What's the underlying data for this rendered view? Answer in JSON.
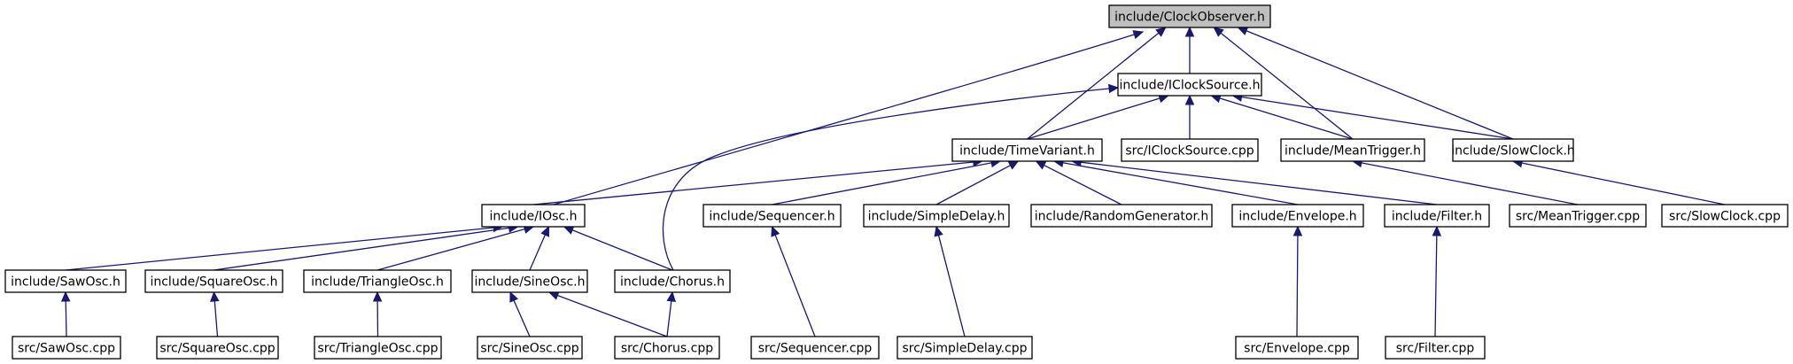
{
  "diagram": {
    "root": "n0",
    "colors": {
      "edge": "#191970",
      "root_fill": "#bfbfbf",
      "node_fill": "#ffffff",
      "border": "#000000"
    },
    "nodes": [
      {
        "id": "n0",
        "label": "include/ClockObserver.h"
      },
      {
        "id": "n1",
        "label": "include/IClockSource.h"
      },
      {
        "id": "n2",
        "label": "include/TimeVariant.h"
      },
      {
        "id": "n3",
        "label": "src/IClockSource.cpp"
      },
      {
        "id": "n4",
        "label": "include/MeanTrigger.h"
      },
      {
        "id": "n5",
        "label": "include/SlowClock.h"
      },
      {
        "id": "n6",
        "label": "include/IOsc.h"
      },
      {
        "id": "n7",
        "label": "include/Sequencer.h"
      },
      {
        "id": "n8",
        "label": "include/SimpleDelay.h"
      },
      {
        "id": "n9",
        "label": "include/RandomGenerator.h"
      },
      {
        "id": "n10",
        "label": "include/Envelope.h"
      },
      {
        "id": "n11",
        "label": "include/Filter.h"
      },
      {
        "id": "n12",
        "label": "src/MeanTrigger.cpp"
      },
      {
        "id": "n13",
        "label": "src/SlowClock.cpp"
      },
      {
        "id": "n14",
        "label": "include/SawOsc.h"
      },
      {
        "id": "n15",
        "label": "include/SquareOsc.h"
      },
      {
        "id": "n16",
        "label": "include/TriangleOsc.h"
      },
      {
        "id": "n17",
        "label": "include/SineOsc.h"
      },
      {
        "id": "n18",
        "label": "include/Chorus.h"
      },
      {
        "id": "n19",
        "label": "src/Sequencer.cpp"
      },
      {
        "id": "n20",
        "label": "src/SimpleDelay.cpp"
      },
      {
        "id": "n21",
        "label": "src/Envelope.cpp"
      },
      {
        "id": "n22",
        "label": "src/Filter.cpp"
      },
      {
        "id": "n23",
        "label": "src/SawOsc.cpp"
      },
      {
        "id": "n24",
        "label": "src/SquareOsc.cpp"
      },
      {
        "id": "n25",
        "label": "src/TriangleOsc.cpp"
      },
      {
        "id": "n26",
        "label": "src/SineOsc.cpp"
      },
      {
        "id": "n27",
        "label": "src/Chorus.cpp"
      }
    ],
    "edges": [
      {
        "from": "n1",
        "to": "n0"
      },
      {
        "from": "n2",
        "to": "n0"
      },
      {
        "from": "n4",
        "to": "n0"
      },
      {
        "from": "n5",
        "to": "n0"
      },
      {
        "from": "n6",
        "to": "n0"
      },
      {
        "from": "n2",
        "to": "n1"
      },
      {
        "from": "n3",
        "to": "n1"
      },
      {
        "from": "n4",
        "to": "n1"
      },
      {
        "from": "n5",
        "to": "n1"
      },
      {
        "from": "n18",
        "to": "n1"
      },
      {
        "from": "n6",
        "to": "n2"
      },
      {
        "from": "n7",
        "to": "n2"
      },
      {
        "from": "n8",
        "to": "n2"
      },
      {
        "from": "n9",
        "to": "n2"
      },
      {
        "from": "n10",
        "to": "n2"
      },
      {
        "from": "n11",
        "to": "n2"
      },
      {
        "from": "n12",
        "to": "n4"
      },
      {
        "from": "n13",
        "to": "n5"
      },
      {
        "from": "n14",
        "to": "n6"
      },
      {
        "from": "n15",
        "to": "n6"
      },
      {
        "from": "n16",
        "to": "n6"
      },
      {
        "from": "n17",
        "to": "n6"
      },
      {
        "from": "n18",
        "to": "n6"
      },
      {
        "from": "n19",
        "to": "n7"
      },
      {
        "from": "n20",
        "to": "n8"
      },
      {
        "from": "n21",
        "to": "n10"
      },
      {
        "from": "n22",
        "to": "n11"
      },
      {
        "from": "n23",
        "to": "n14"
      },
      {
        "from": "n24",
        "to": "n15"
      },
      {
        "from": "n25",
        "to": "n16"
      },
      {
        "from": "n26",
        "to": "n17"
      },
      {
        "from": "n27",
        "to": "n17"
      },
      {
        "from": "n27",
        "to": "n18"
      }
    ]
  }
}
